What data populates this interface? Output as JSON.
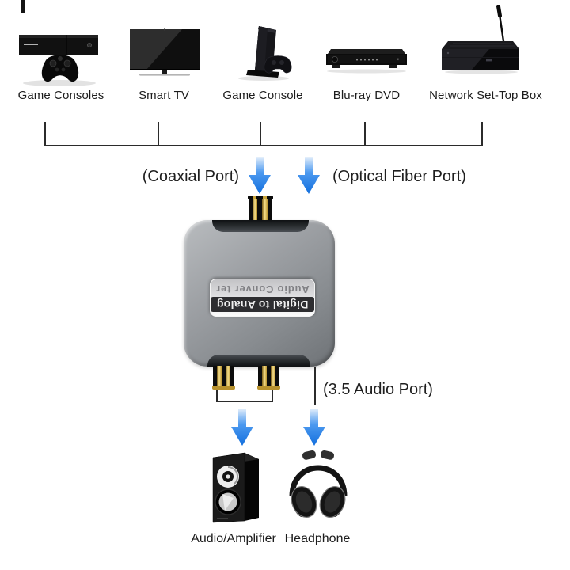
{
  "sources": [
    {
      "label": "Game Consoles",
      "icon": "xbox-console-icon"
    },
    {
      "label": "Smart TV",
      "icon": "smart-tv-icon"
    },
    {
      "label": "Game Console",
      "icon": "ps4-console-icon"
    },
    {
      "label": "Blu-ray DVD",
      "icon": "bluray-player-icon"
    },
    {
      "label": "Network Set-Top Box",
      "icon": "set-top-box-icon"
    }
  ],
  "ports": {
    "coaxial": "(Coaxial Port)",
    "optical": "(Optical Fiber Port)",
    "audio35": "(3.5 Audio Port)"
  },
  "converter": {
    "badge": "Digital to Analog",
    "name": "Audio Conver ter",
    "orientation": "rotated-180"
  },
  "outputs": [
    {
      "label": "Audio/Amplifier",
      "icon": "speaker-icon"
    },
    {
      "label": "Headphone",
      "icon": "headphone-icon"
    }
  ],
  "colors": {
    "arrow_blue": "#1b7ce6",
    "connector_line": "#2b2b2b",
    "converter_gray": "#939699",
    "rca_gold": "#d9b344",
    "background": "#ffffff"
  }
}
